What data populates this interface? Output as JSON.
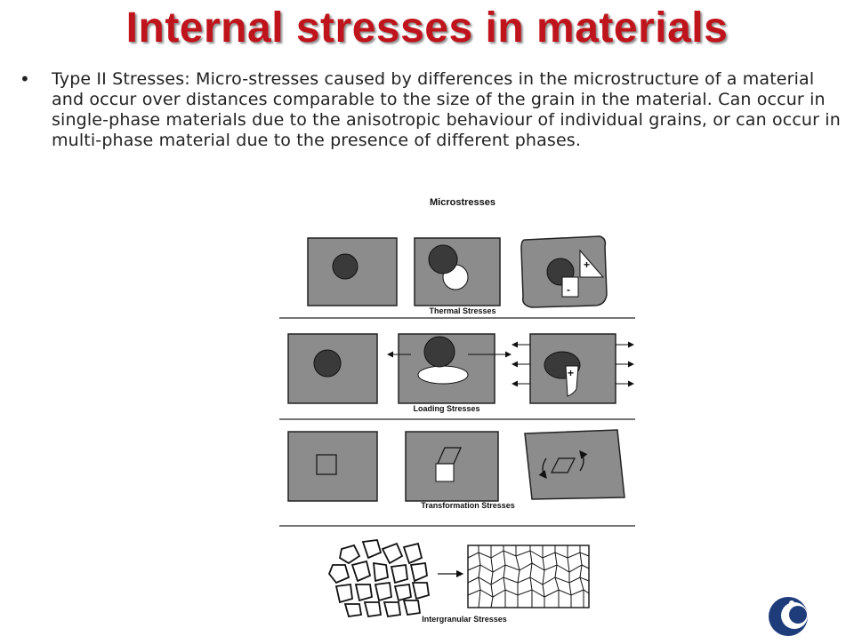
{
  "slide": {
    "title": "Internal stresses in materials",
    "bullet": "Type II Stresses: Micro-stresses caused by differences in the microstructure of a material and occur over distances comparable to the size of the grain in the material. Can occur in single-phase materials due to the anisotropic behaviour of individual grains, or can occur in multi-phase material due to the presence of different phases."
  },
  "figure": {
    "heading": "Microstresses",
    "sections": {
      "thermal": "Thermal Stresses",
      "loading": "Loading Stresses",
      "transformation": "Transformation Stresses",
      "intergranular": "Intergranular Stresses"
    },
    "signs": {
      "plus": "+",
      "minus": "-"
    }
  },
  "colors": {
    "title": "#c0141c",
    "panel_fill": "#8c8c8c",
    "inclusion_fill": "#3a3a3a",
    "logo": "#1f3c7a"
  },
  "icons": {
    "logo": "crescent-logo-icon"
  }
}
